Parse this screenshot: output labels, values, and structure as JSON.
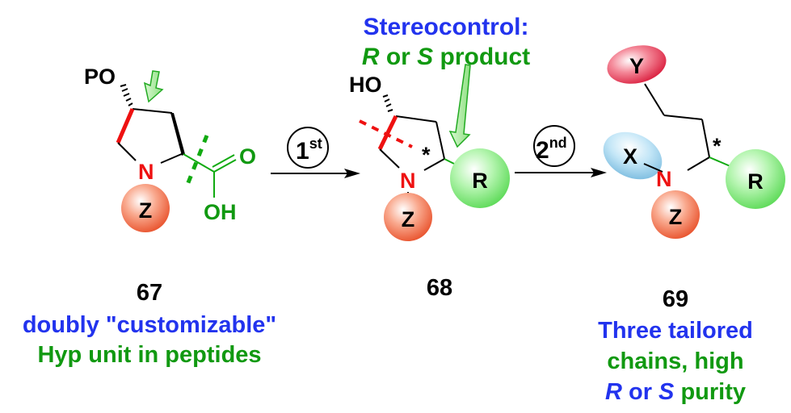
{
  "colors": {
    "blue_text": "#2233ee",
    "green_text": "#119911",
    "red_bond": "#ee1111",
    "green_bond": "#11aa11",
    "z_ball": "#f26a45",
    "r_ball": "#7de67a",
    "x_ellipse": "#8ecbea",
    "y_ellipse": "#e8324f",
    "hint_arrow_fill": "#9be88f",
    "hint_arrow_stroke": "#22aa22"
  },
  "header": {
    "line1": "Stereocontrol:",
    "line2_r": "R",
    "line2_or": " or ",
    "line2_s": "S",
    "line2_rest": " product"
  },
  "compounds": [
    {
      "number": "67",
      "atoms": {
        "po": "PO",
        "n": "N",
        "z": "Z",
        "o": "O",
        "oh": "OH"
      },
      "caption_lines": [
        {
          "text": "doubly \"customizable\"",
          "color": "blue"
        },
        {
          "text": "Hyp unit in peptides",
          "color": "green"
        }
      ]
    },
    {
      "number": "68",
      "atoms": {
        "ho": "HO",
        "n": "N",
        "z": "Z",
        "r": "R",
        "star": "*"
      }
    },
    {
      "number": "69",
      "atoms": {
        "x": "X",
        "y": "Y",
        "n": "N",
        "z": "Z",
        "r": "R",
        "star": "*"
      },
      "caption_lines": [
        {
          "text": "Three tailored",
          "color": "blue"
        },
        {
          "text": "chains, high",
          "color": "green"
        }
      ],
      "caption_last": {
        "r": "R",
        "or": " or ",
        "s": "S",
        "rest": " purity"
      }
    }
  ],
  "steps": [
    {
      "main": "1",
      "sup": "st"
    },
    {
      "main": "2",
      "sup": "nd"
    }
  ]
}
